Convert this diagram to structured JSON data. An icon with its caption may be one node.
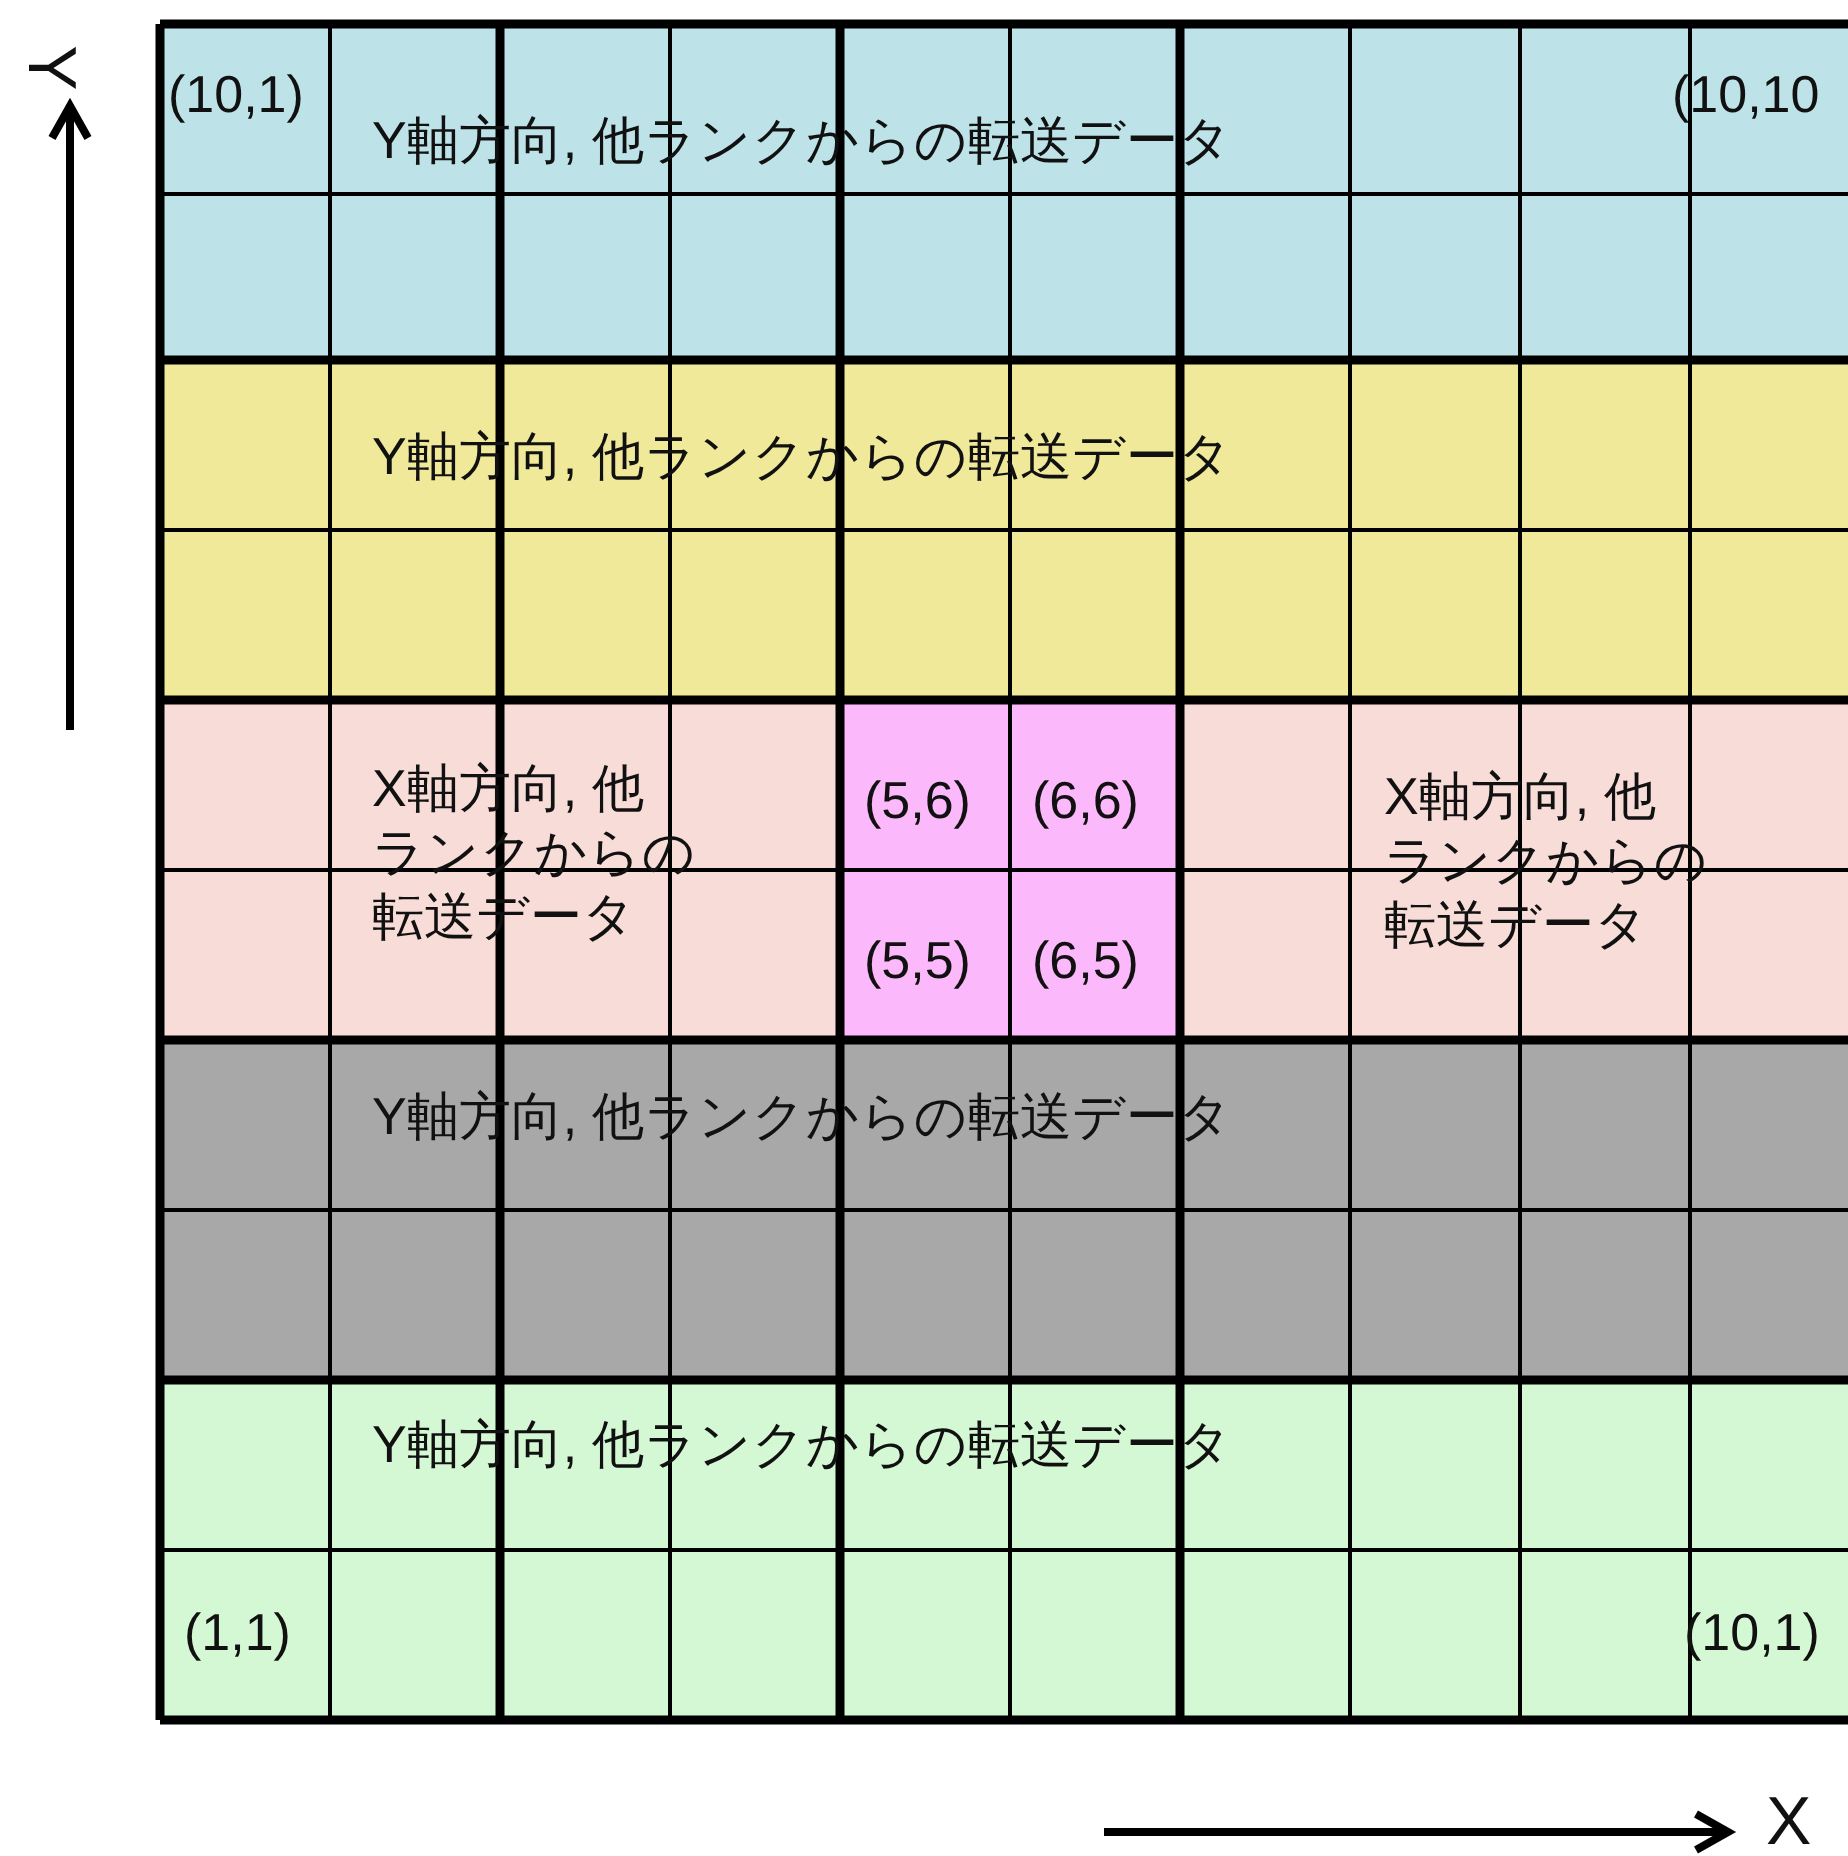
{
  "diagram": {
    "nodes": [
      {
        "text": [
          "(10,1)",
          "Y軸方向, 他ランクからの転送データ",
          "(10,10"
        ]
      },
      {
        "text": [
          "Y軸方向, 他ランクからの転送データ"
        ]
      },
      {
        "text": [
          "X軸方向, 他ランクからの転送データ"
        ]
      },
      {
        "text": [
          "(5,6)",
          "(6,6)",
          "(5,5)",
          "(6,5)"
        ]
      },
      {
        "text": [
          "X軸方向, 他ランクからの転送データ"
        ]
      },
      {
        "text": [
          "Y軸方向, 他ランクからの転送データ"
        ]
      },
      {
        "text": [
          "Y軸方向, 他ランクからの転送データ",
          "(1,1)",
          "(10,1)"
        ]
      }
    ],
    "edges": [],
    "labels": [
      "Y",
      "X"
    ]
  }
}
